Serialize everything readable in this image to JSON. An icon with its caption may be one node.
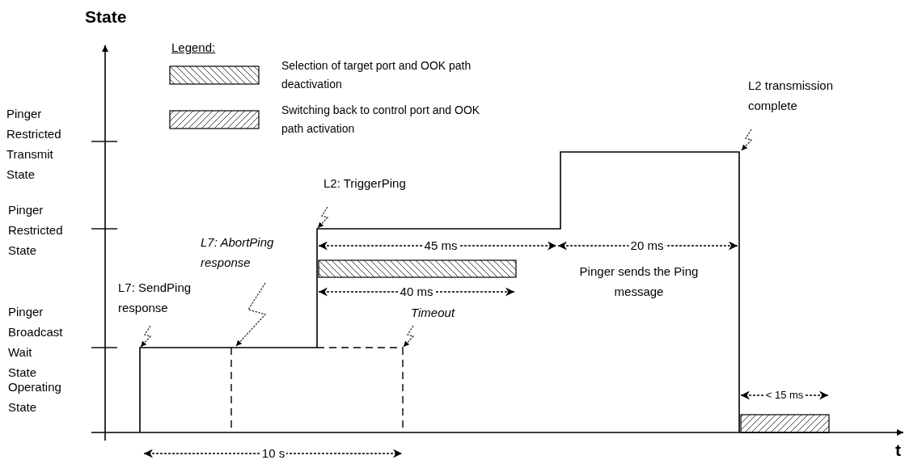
{
  "diagram": {
    "labels": [
      "State",
      "Legend:",
      "Pinger Restricted Transmit State",
      "L2 transmission complete",
      "L2: TriggerPing",
      "Pinger Restricted State",
      "L7: AbortPing response",
      "45 ms",
      "20 ms",
      "40 ms",
      "Pinger sends the Ping message",
      "L7: SendPing response",
      "Timeout",
      "Pinger Broadcast Wait State",
      "< 15 ms",
      "Operating State",
      "10 s",
      "t"
    ],
    "legend": [
      {
        "text": "Selection of target port and OOK path deactivation"
      },
      {
        "text": "Switching back to control port and OOK path activation"
      }
    ]
  }
}
